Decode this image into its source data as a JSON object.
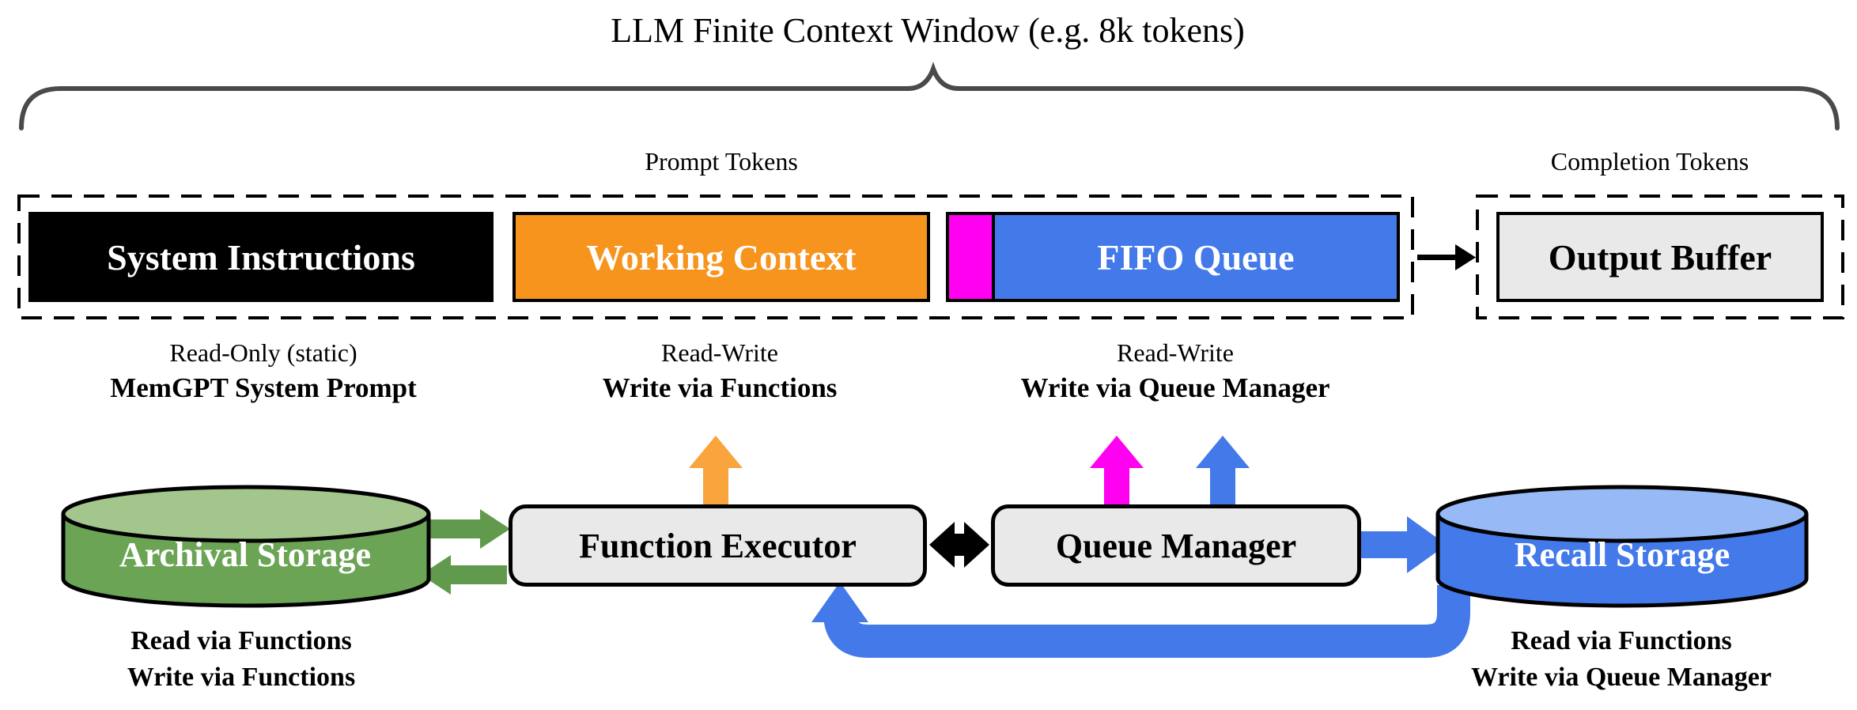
{
  "header": {
    "title": "LLM Finite Context Window (e.g. 8k tokens)"
  },
  "prompt_group": {
    "label": "Prompt Tokens",
    "system_instructions": "System Instructions",
    "working_context": "Working Context",
    "fifo_queue": "FIFO Queue"
  },
  "completion_group": {
    "label": "Completion Tokens",
    "output_buffer": "Output Buffer"
  },
  "annotations": {
    "system": {
      "line1": "Read-Only (static)",
      "line2": "MemGPT System Prompt"
    },
    "working": {
      "line1": "Read-Write",
      "line2": "Write via Functions"
    },
    "fifo": {
      "line1": "Read-Write",
      "line2": "Write via Queue Manager"
    },
    "archival": {
      "line1": "Read via Functions",
      "line2": "Write via Functions"
    },
    "recall": {
      "line1": "Read via Functions",
      "line2": "Write via Queue Manager"
    }
  },
  "components": {
    "archival_storage": "Archival Storage",
    "function_executor": "Function Executor",
    "queue_manager": "Queue Manager",
    "recall_storage": "Recall Storage"
  },
  "colors": {
    "system_box": "#000000",
    "working_box": "#F7941E",
    "orange_arrow": "#F9A43C",
    "magenta": "#FF00F0",
    "blue": "#4379E8",
    "blue_cylinder_top": "#97BAF6",
    "green": "#6BA455",
    "green_cylinder_top": "#A2C68C",
    "green_arrow": "#619A4D",
    "component_gray": "#E9E9E9",
    "brace_gray": "#4A4A4A"
  }
}
